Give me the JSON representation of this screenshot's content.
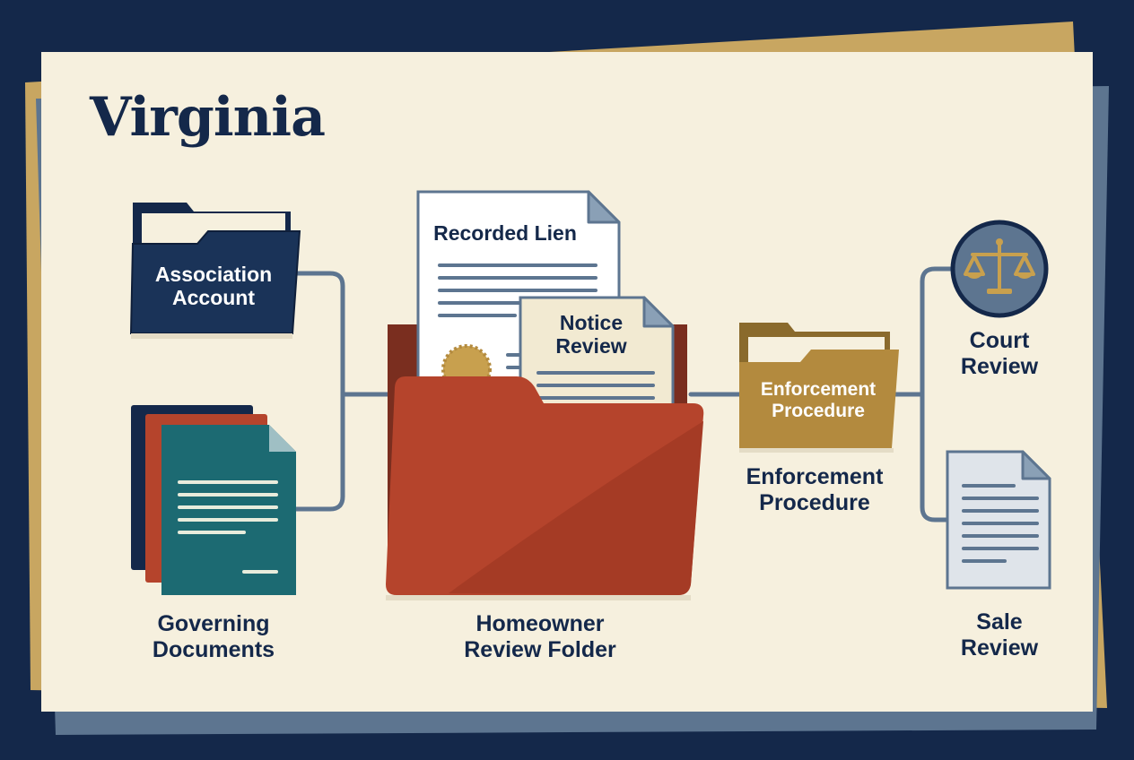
{
  "title": "Virginia",
  "nodes": {
    "association_account": {
      "label": "Association\nAccount",
      "icon": "folder-icon"
    },
    "governing_documents": {
      "label": "Governing\nDocuments",
      "icon": "document-stack-icon"
    },
    "recorded_lien": {
      "label": "Recorded Lien",
      "icon": "document-icon"
    },
    "notice_review": {
      "label": "Notice\nReview",
      "icon": "document-icon"
    },
    "homeowner_review_folder": {
      "label": "Homeowner\nReview Folder",
      "icon": "open-folder-icon"
    },
    "enforcement_procedure": {
      "folder_label": "Enforcement\nProcedure",
      "caption": "Enforcement\nProcedure",
      "icon": "folder-icon"
    },
    "court_review": {
      "label": "Court\nReview",
      "icon": "scales-of-justice-icon"
    },
    "sale_review": {
      "label": "Sale\nReview",
      "icon": "document-icon"
    }
  },
  "colors": {
    "background": "#14284a",
    "card": "#f6f0de",
    "navy": "#14284a",
    "rust": "#b5442c",
    "teal": "#1c6a72",
    "gold": "#b38a3e",
    "slate": "#5d7590",
    "connector": "#5d7590"
  }
}
